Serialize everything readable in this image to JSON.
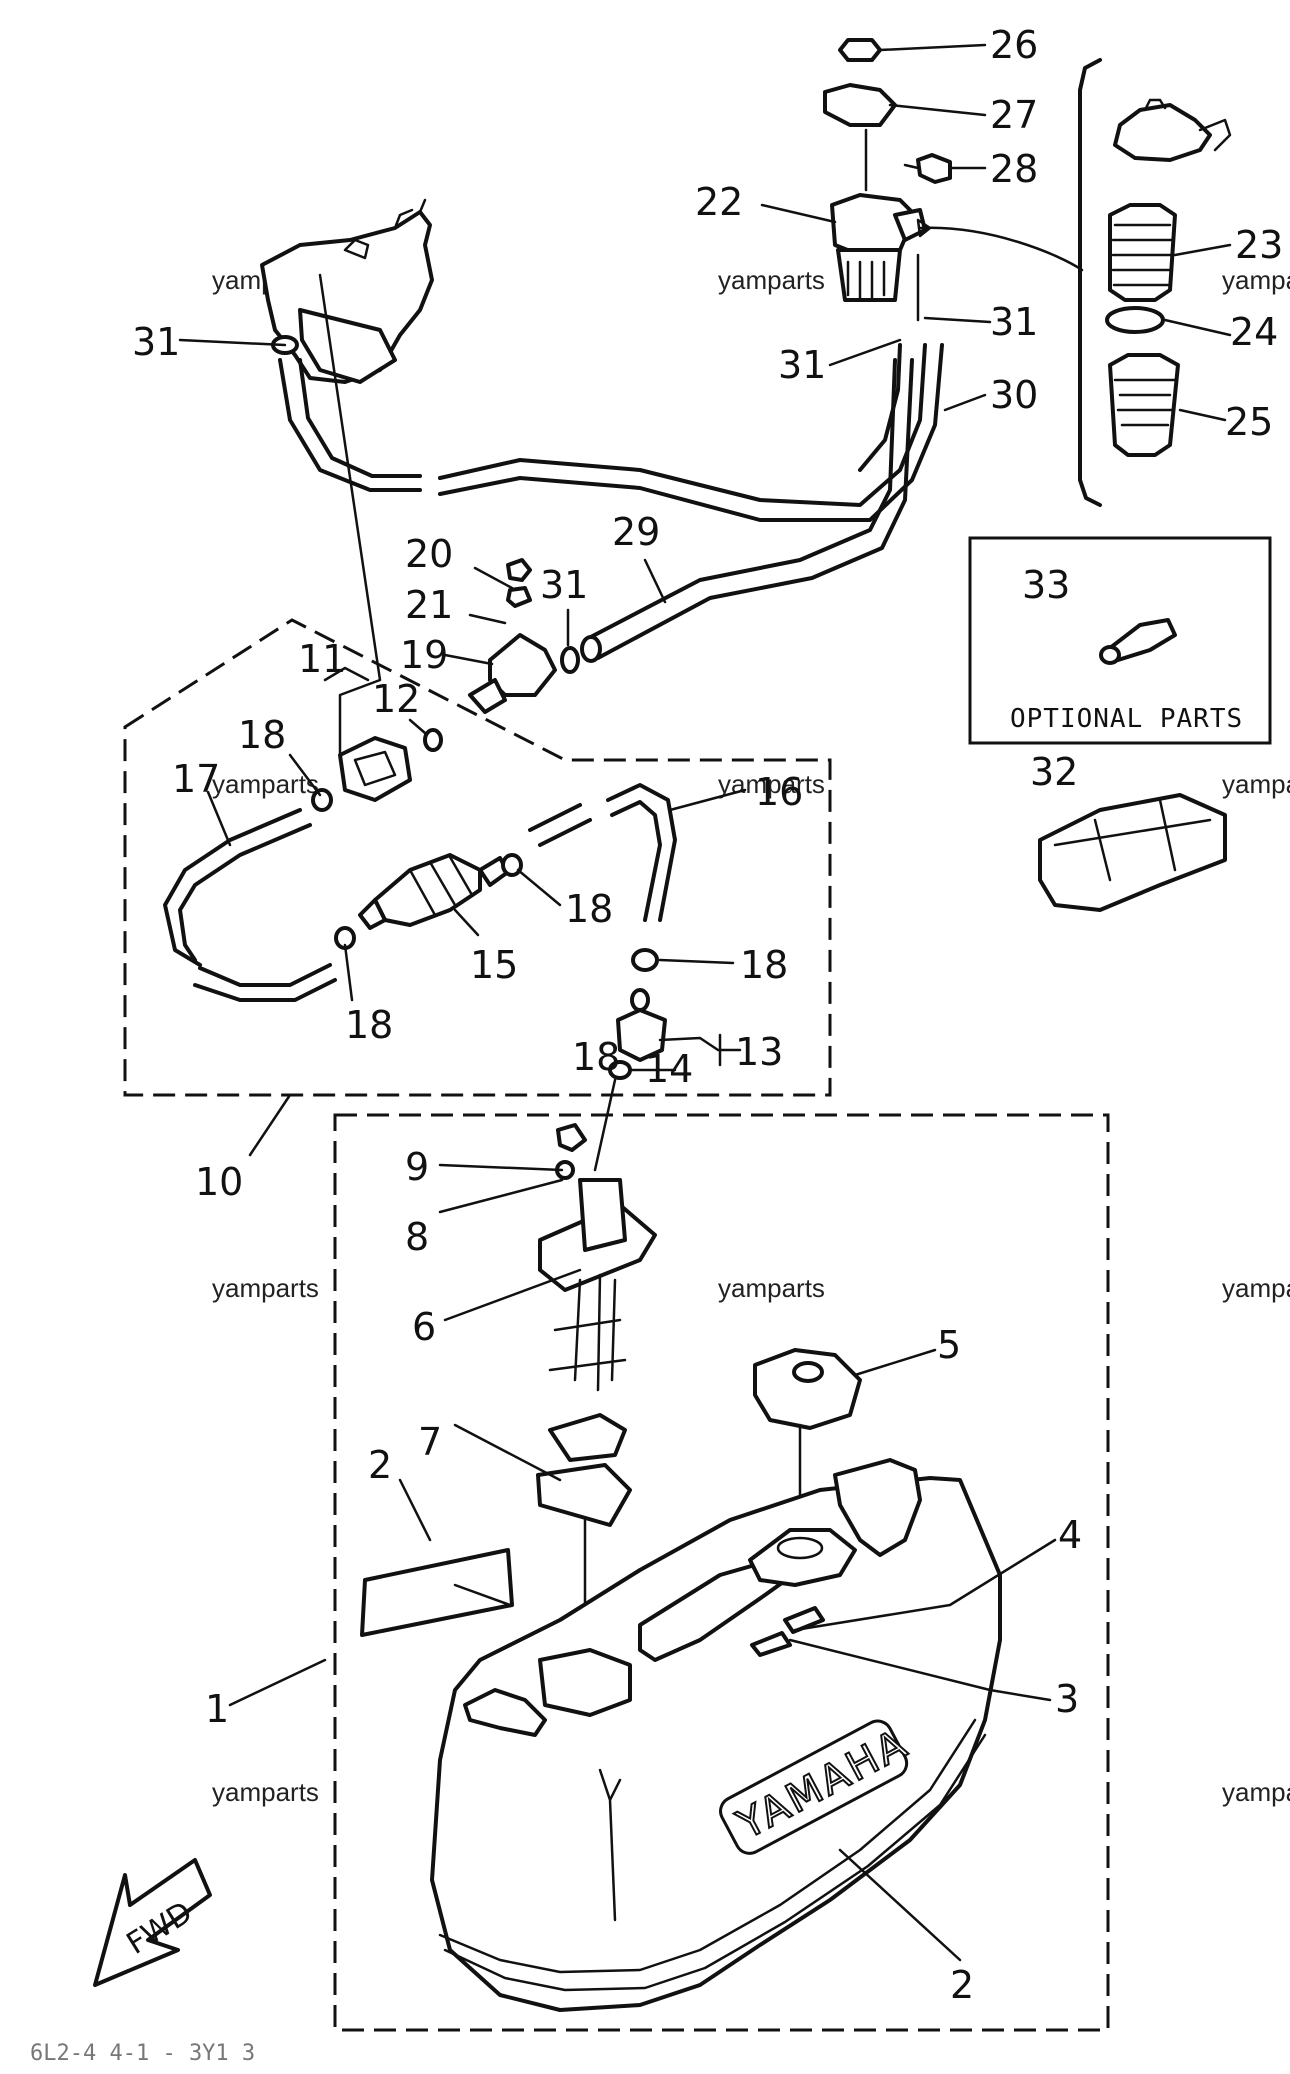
{
  "callouts": [
    "1",
    "2",
    "2",
    "3",
    "4",
    "5",
    "6",
    "7",
    "8",
    "9",
    "10",
    "11",
    "12",
    "13",
    "14",
    "15",
    "16",
    "17",
    "18",
    "18",
    "18",
    "18",
    "18",
    "19",
    "20",
    "21",
    "22",
    "23",
    "24",
    "25",
    "26",
    "27",
    "28",
    "29",
    "30",
    "31",
    "31",
    "31",
    "31",
    "32",
    "33"
  ],
  "watermark": "yamparts",
  "optional_box": {
    "label": "OPTIONAL PARTS"
  },
  "tank_brand": "YAMAHA",
  "fwd_label": "FWD",
  "footer_code": "6L2-4 4-1 - 3Y1 3"
}
